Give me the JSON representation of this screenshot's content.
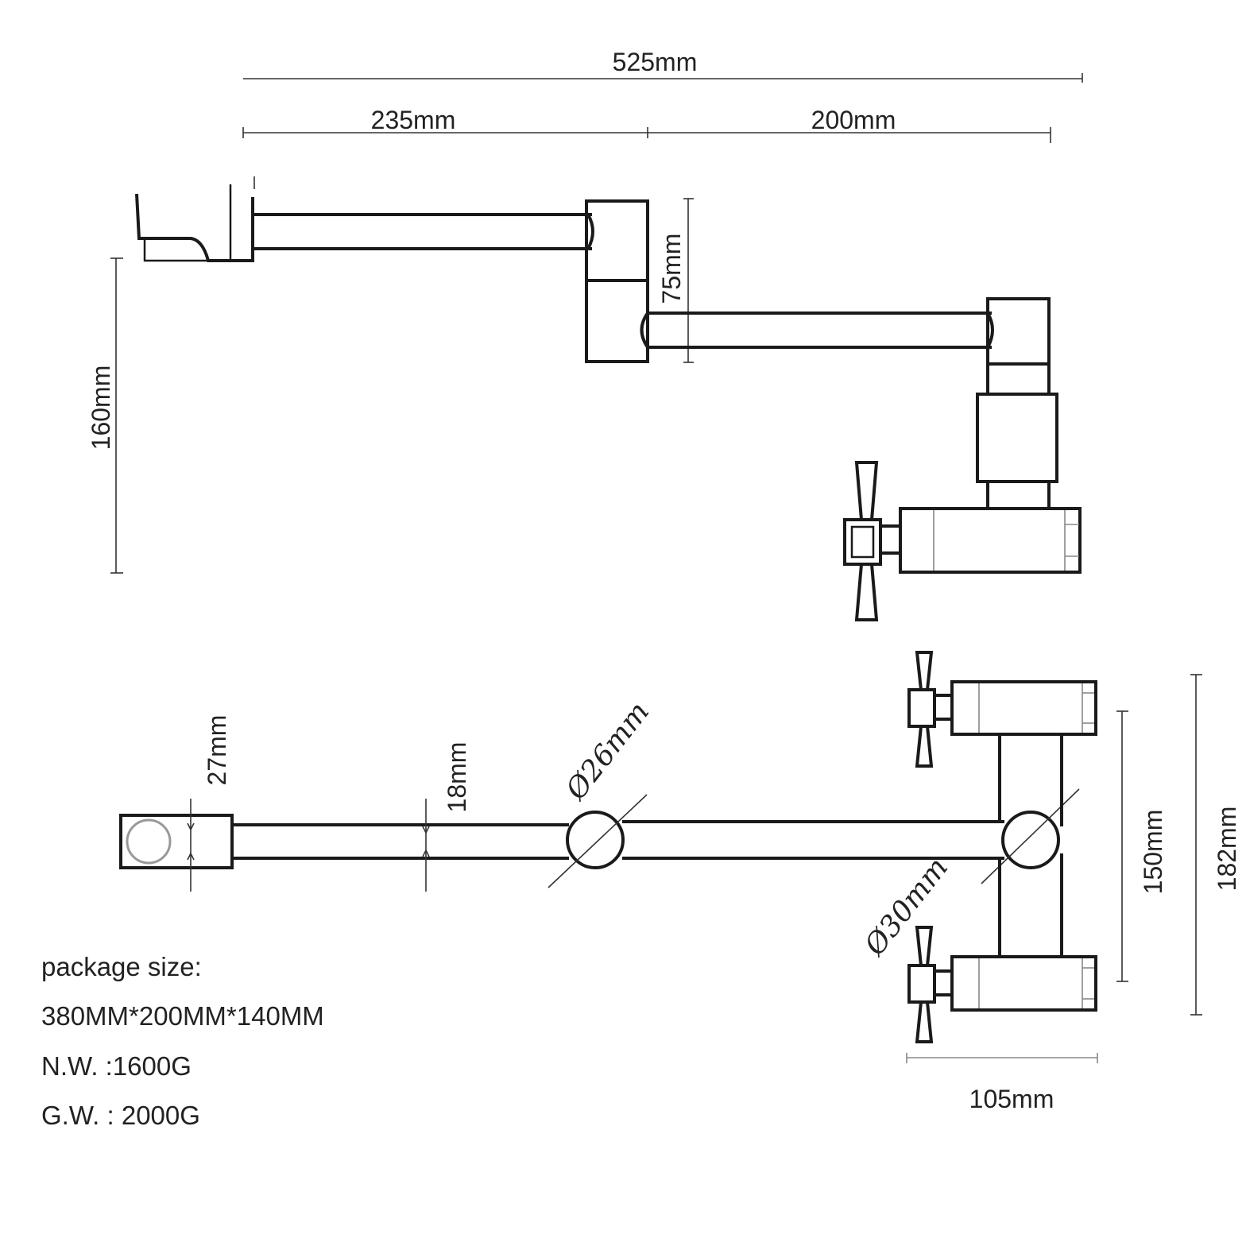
{
  "dimensions": {
    "overall_length": "525mm",
    "arm_first": "235mm",
    "arm_second": "200mm",
    "joint_height": "75mm",
    "total_height": "160mm",
    "spout_height": "27mm",
    "pipe_diameter": "18mm",
    "joint_diameter_small": "Ø26mm",
    "joint_diameter_large": "Ø30mm",
    "valve_spacing": "150mm",
    "overall_width": "182mm",
    "valve_depth": "105mm"
  },
  "package": {
    "heading": "package size:",
    "size": "380MM*200MM*140MM",
    "net_weight": "N.W. :1600G",
    "gross_weight": "G.W. : 2000G"
  }
}
